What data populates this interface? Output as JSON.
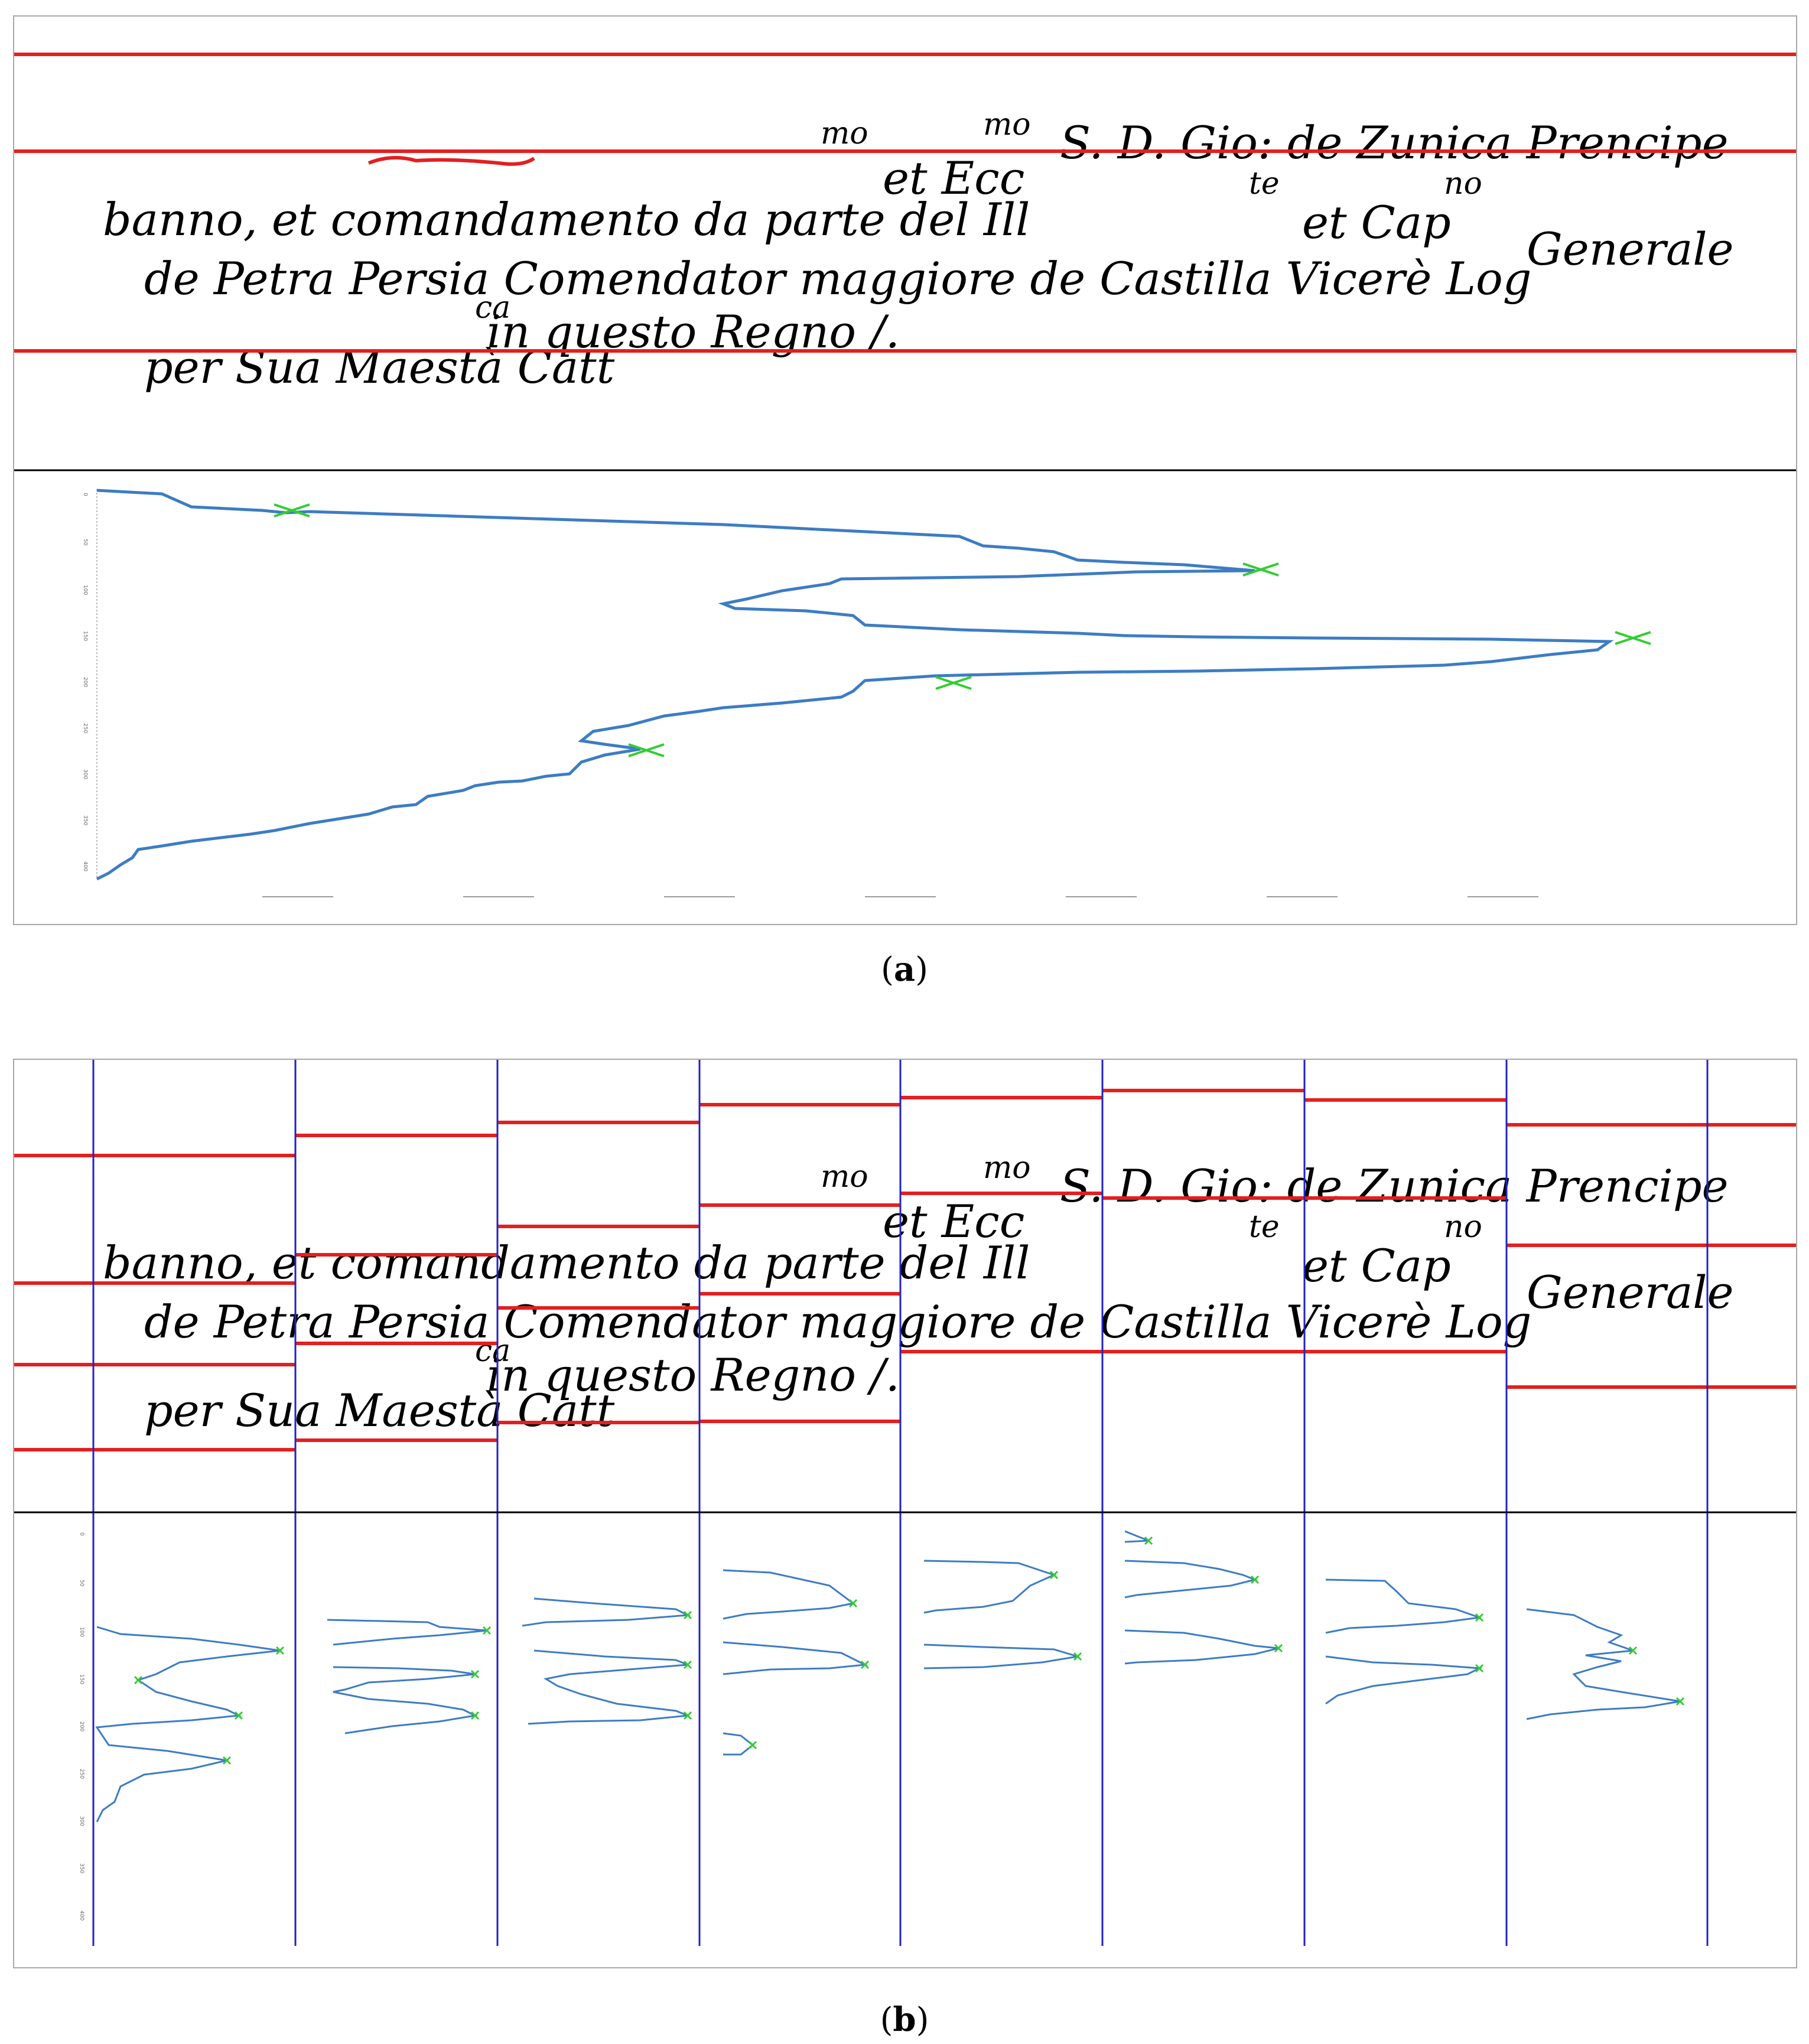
{
  "figure": {
    "caption_a": "a",
    "caption_b": "b",
    "handwriting": {
      "line1": "banno, et comandamento da parte del Ill",
      "line1_sup1": "mo",
      "line1_b": "et Ecc",
      "line1_sup2": "mo",
      "line1_c": "S. D. Gio: de Zunica Prencipe",
      "line2_a": "de Petra Persia Comendator maggiore de Castilla Vicerè Log",
      "line2_sup1": "te",
      "line2_b": "et Cap",
      "line2_sup2": "no",
      "line2_c": "Generale",
      "line3_a": "per Sua Maestà Catt",
      "line3_sup": "ca",
      "line3_b": "in questo Regno /."
    },
    "y_ticks": [
      "0",
      "50",
      "100",
      "150",
      "200",
      "250",
      "300",
      "350",
      "400"
    ],
    "colors": {
      "separator_lines": "#e41f1f",
      "column_dividers": "#2323c8",
      "profile_curve": "#3d7cc4",
      "minima_markers": "#33cc33",
      "panel_divider": "#000000"
    }
  }
}
